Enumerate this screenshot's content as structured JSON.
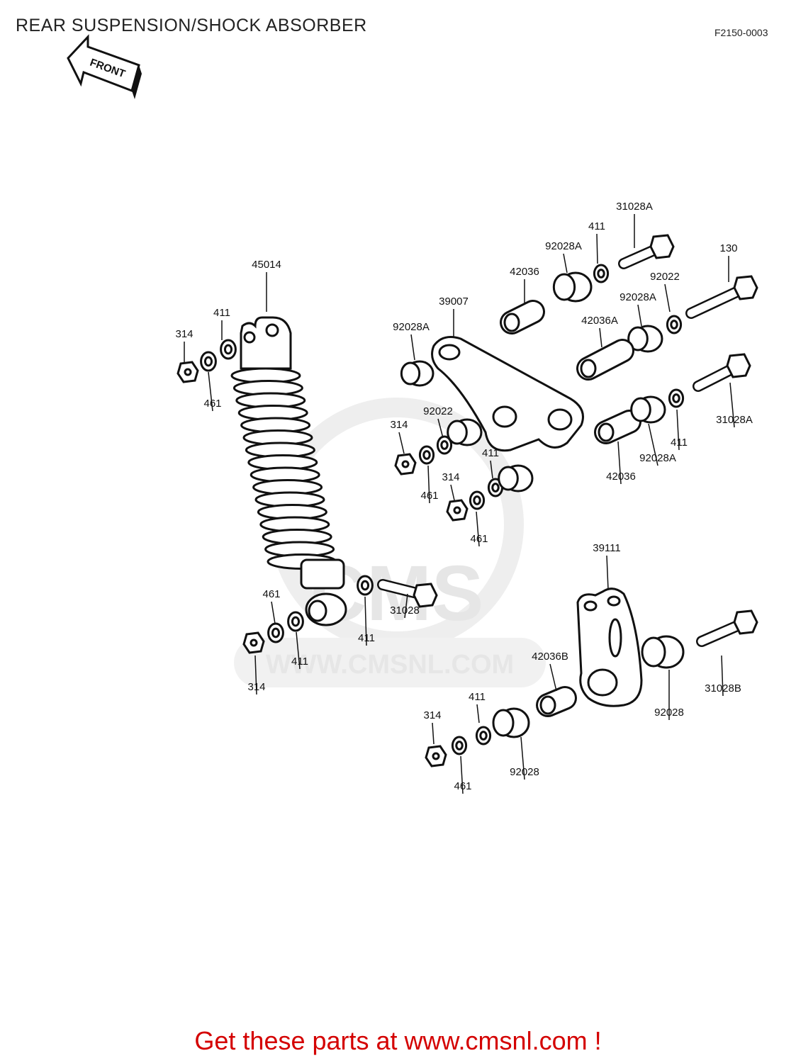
{
  "header": {
    "title": "REAR SUSPENSION/SHOCK ABSORBER",
    "code": "F2150-0003"
  },
  "front_arrow": {
    "label": "FRONT"
  },
  "watermark": {
    "brand": "CMS",
    "url": "WWW.CMSNL.COM"
  },
  "footer": {
    "text": "Get these parts at www.cmsnl.com !",
    "color": "#d40000"
  },
  "parts": [
    "45014",
    "411",
    "314",
    "461",
    "39007",
    "92028A",
    "92022",
    "314",
    "461",
    "411",
    "314",
    "461",
    "31028A",
    "411",
    "92028A",
    "42036",
    "130",
    "92022",
    "92028A",
    "42036A",
    "31028A",
    "411",
    "92028A",
    "42036",
    "31028",
    "411",
    "461",
    "411",
    "314",
    "39111",
    "42036B",
    "411",
    "314",
    "461",
    "92028",
    "92028",
    "31028B"
  ]
}
